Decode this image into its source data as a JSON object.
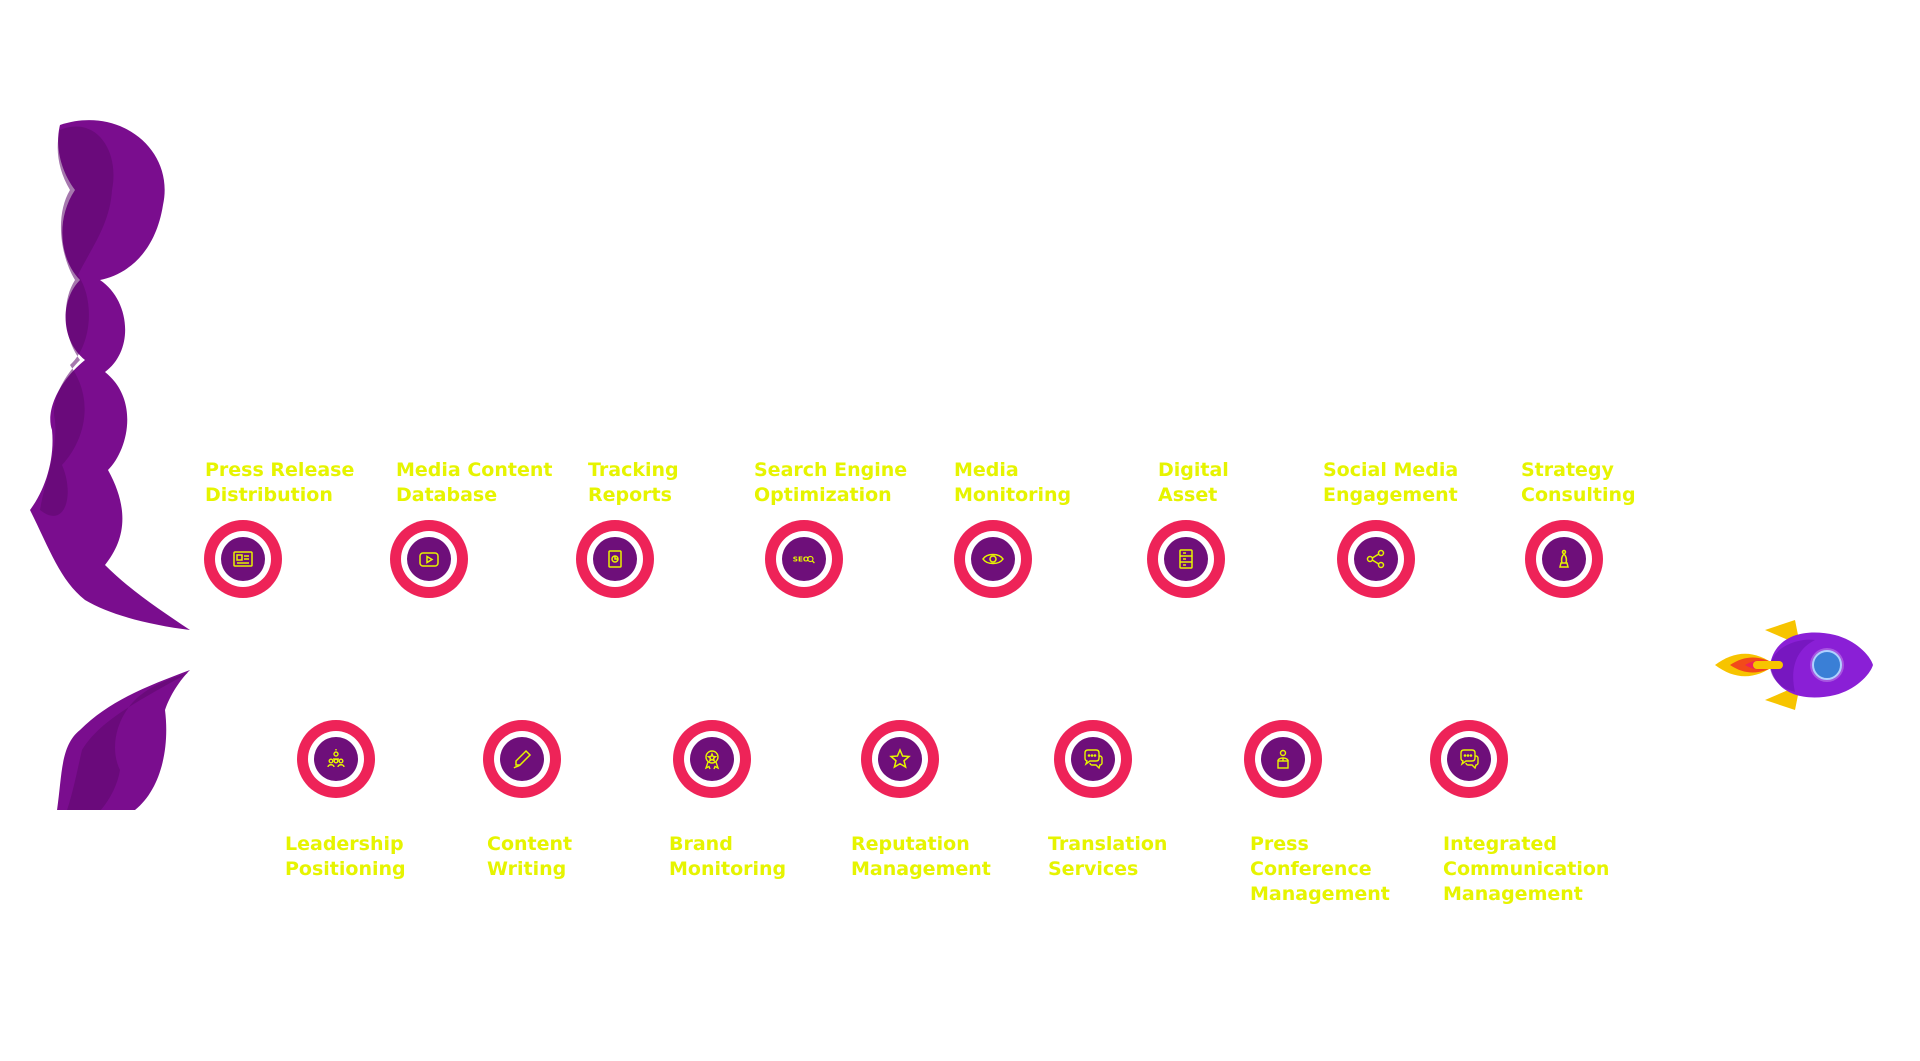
{
  "colors": {
    "label": "#e6f400",
    "ring_outer": "#ee2358",
    "ring_core": "#6e0f7a",
    "cloud": "#7a0d8e",
    "rocket_body": "#8a1fd6",
    "rocket_fin": "#f7c400",
    "rocket_window": "#3a7fd6",
    "flame": "#f24a1a"
  },
  "services_top": [
    {
      "label": "Press Release\nDistribution",
      "icon": "newspaper-icon"
    },
    {
      "label": "Media Content\nDatabase",
      "icon": "video-play-icon"
    },
    {
      "label": "Tracking\nReports",
      "icon": "report-document-icon"
    },
    {
      "label": "Search Engine\nOptimization",
      "icon": "seo-search-icon",
      "icon_text": "SEO"
    },
    {
      "label": "Media\nMonitoring",
      "icon": "eye-icon"
    },
    {
      "label": "Digital\nAsset",
      "icon": "server-icon"
    },
    {
      "label": "Social Media\nEngagement",
      "icon": "network-share-icon"
    },
    {
      "label": "Strategy\nConsulting",
      "icon": "chess-strategy-icon"
    }
  ],
  "services_bottom": [
    {
      "label": "Leadership\nPositioning",
      "icon": "team-leader-icon"
    },
    {
      "label": "Content\nWriting",
      "icon": "pen-writing-icon"
    },
    {
      "label": "Brand\nMonitoring",
      "icon": "badge-award-icon"
    },
    {
      "label": "Reputation\nManagement",
      "icon": "star-icon"
    },
    {
      "label": "Translation\nServices",
      "icon": "chat-bubbles-icon"
    },
    {
      "label": "Press\nConference\nManagement",
      "icon": "speaker-podium-icon"
    },
    {
      "label": "Integrated\nCommunication\nManagement",
      "icon": "communication-chat-icon"
    }
  ]
}
